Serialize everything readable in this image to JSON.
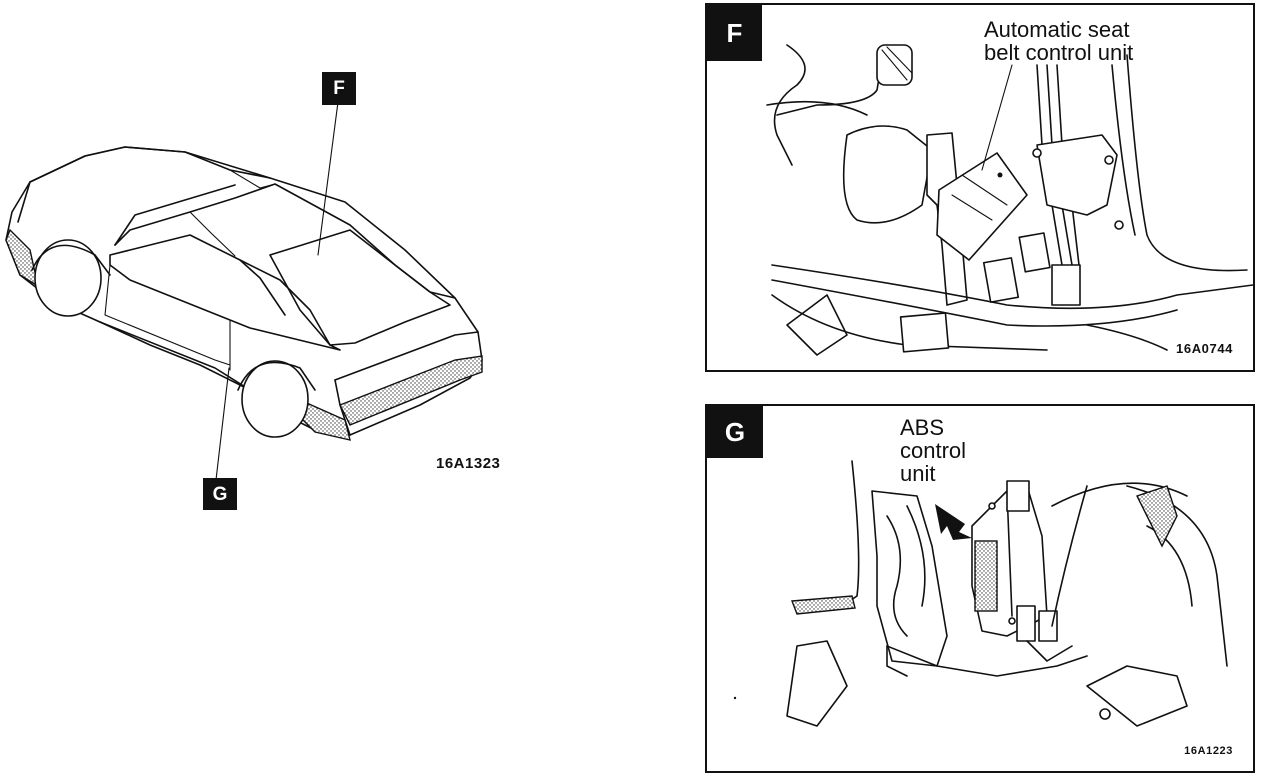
{
  "overview": {
    "tag_f": "F",
    "tag_g": "G",
    "figure_code": "16A1323"
  },
  "panel_f": {
    "tag": "F",
    "callout_line1": "Automatic seat",
    "callout_line2": "belt control unit",
    "figure_code": "16A0744"
  },
  "panel_g": {
    "tag": "G",
    "callout_line1": "ABS",
    "callout_line2": "control",
    "callout_line3": "unit",
    "figure_code": "16A1223"
  }
}
